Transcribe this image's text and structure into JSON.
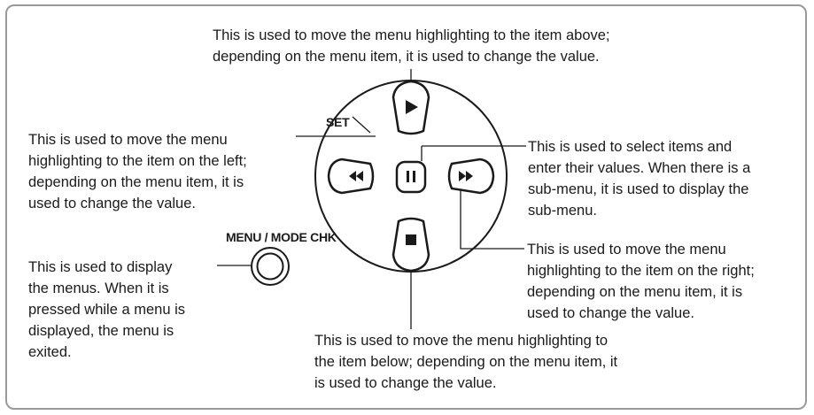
{
  "labels": {
    "set": "SET",
    "menu_mode_chk": "MENU / MODE CHK"
  },
  "descriptions": {
    "up": [
      "This is used to move the menu highlighting to the item above;",
      "depending on the menu item, it is used to change the value."
    ],
    "left": [
      "This is used to move the menu",
      "highlighting to the item on the left;",
      "depending on the menu item, it is",
      "used to change the value."
    ],
    "set": [
      "This is used to select items and",
      "enter their values. When there is a",
      "sub-menu, it is used to display the",
      "sub-menu."
    ],
    "right": [
      "This is used to move the menu",
      "highlighting to the item on the right;",
      "depending on the menu item, it is",
      "used to change the value."
    ],
    "menu": [
      "This is used to display",
      "the menus. When it is",
      "pressed while a menu is",
      "displayed, the menu is",
      "exited."
    ],
    "down": [
      "This is used to move the menu highlighting to",
      "the item below; depending on the menu item, it",
      "is used to change the value."
    ]
  },
  "icons": {
    "up": "play-icon",
    "left": "rewind-icon",
    "center": "pause-icon",
    "right": "fast-forward-icon",
    "down": "stop-icon",
    "menu": "round-button"
  }
}
